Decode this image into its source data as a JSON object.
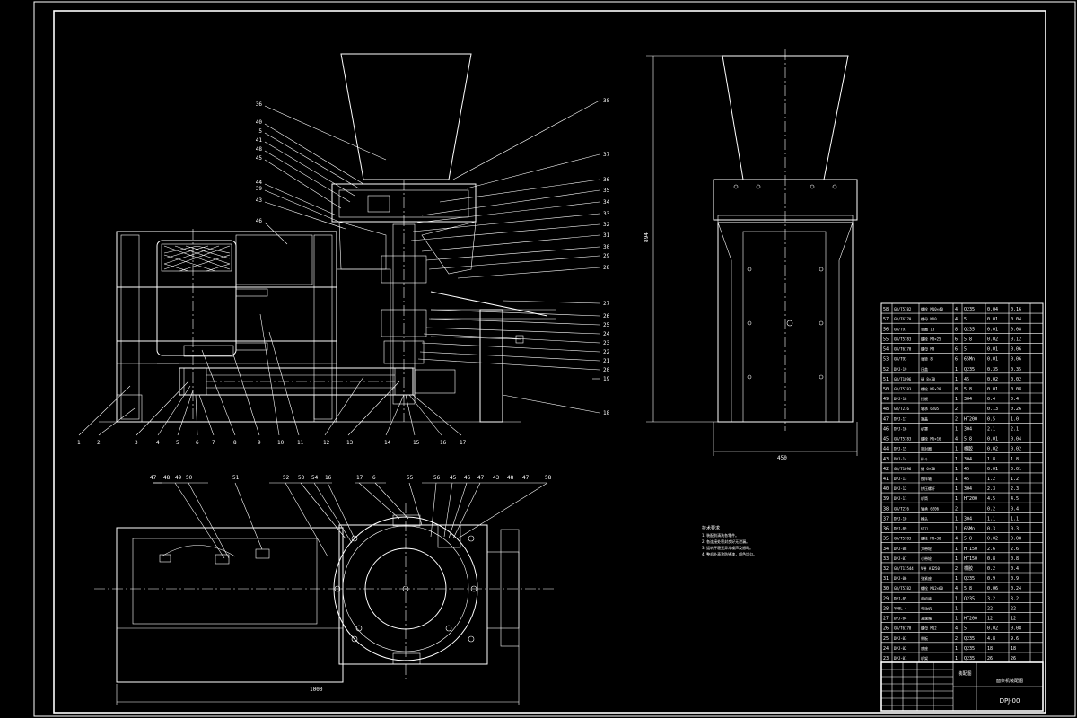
{
  "drawing": {
    "title_block": {
      "drawing_name": "面条机装配图",
      "drawing_code": "DPJ-00",
      "view_label": "装配图"
    },
    "dimensions": {
      "bottom_length": "1000",
      "right_width": "450",
      "right_height": "894"
    },
    "front_labels_bottom": [
      "1",
      "2",
      "3",
      "4",
      "5",
      "6",
      "7",
      "8",
      "9",
      "10",
      "11",
      "12",
      "13",
      "14",
      "15",
      "16",
      "17"
    ],
    "front_labels_top_left": [
      "36",
      "40",
      "5",
      "41",
      "48",
      "45",
      "44",
      "39",
      "43",
      "46"
    ],
    "front_labels_right": [
      "38",
      "37",
      "36",
      "35",
      "34",
      "33",
      "32",
      "31",
      "30",
      "29",
      "28",
      "27",
      "26",
      "25",
      "24",
      "23",
      "22",
      "21",
      "20",
      "19",
      "18"
    ],
    "plan_labels_top": [
      "47",
      "48",
      "49",
      "50",
      "51",
      "52",
      "53",
      "54",
      "16",
      "17",
      "6",
      "55",
      "56",
      "45",
      "46",
      "47",
      "43",
      "48",
      "47",
      "58"
    ],
    "notes_heading": "技术要求",
    "notes": [
      "1. 装配前清洗各零件。",
      "2. 各连接处密封良好无泄漏。",
      "3. 运转平稳无异常噪声及振动。",
      "4. 整机外表涂防锈漆，颜色均匀。"
    ],
    "bom_rows": [
      [
        "58",
        "GB/T5782",
        "螺栓 M10×40",
        "4",
        "Q235",
        "0.04",
        "0.16"
      ],
      [
        "57",
        "GB/T6170",
        "螺母 M10",
        "4",
        "5",
        "0.01",
        "0.04"
      ],
      [
        "56",
        "GB/T97",
        "垫圈 10",
        "8",
        "Q235",
        "0.01",
        "0.08"
      ],
      [
        "55",
        "GB/T5783",
        "螺栓 M8×25",
        "6",
        "5.8",
        "0.02",
        "0.12"
      ],
      [
        "54",
        "GB/T6170",
        "螺母 M8",
        "6",
        "5",
        "0.01",
        "0.06"
      ],
      [
        "53",
        "GB/T93",
        "弹垫 8",
        "6",
        "65Mn",
        "0.01",
        "0.06"
      ],
      [
        "52",
        "DPJ-19",
        "压盖",
        "1",
        "Q235",
        "0.35",
        "0.35"
      ],
      [
        "51",
        "GB/T1096",
        "键 8×30",
        "1",
        "45",
        "0.02",
        "0.02"
      ],
      [
        "50",
        "GB/T5783",
        "螺栓 M6×20",
        "8",
        "5.8",
        "0.01",
        "0.08"
      ],
      [
        "49",
        "DPJ-18",
        "挡板",
        "1",
        "304",
        "0.4",
        "0.4"
      ],
      [
        "48",
        "GB/T276",
        "轴承 6205",
        "2",
        "",
        "0.13",
        "0.26"
      ],
      [
        "47",
        "DPJ-17",
        "端盖",
        "2",
        "HT200",
        "0.5",
        "1.0"
      ],
      [
        "46",
        "DPJ-16",
        "机罩",
        "1",
        "304",
        "2.1",
        "2.1"
      ],
      [
        "45",
        "GB/T5783",
        "螺栓 M6×16",
        "4",
        "5.8",
        "0.01",
        "0.04"
      ],
      [
        "44",
        "DPJ-15",
        "密封圈",
        "1",
        "橡胶",
        "0.02",
        "0.02"
      ],
      [
        "43",
        "DPJ-14",
        "料斗",
        "1",
        "304",
        "1.8",
        "1.8"
      ],
      [
        "42",
        "GB/T1096",
        "键 6×20",
        "1",
        "45",
        "0.01",
        "0.01"
      ],
      [
        "41",
        "DPJ-13",
        "搅拌轴",
        "1",
        "45",
        "1.2",
        "1.2"
      ],
      [
        "40",
        "DPJ-12",
        "挤压螺杆",
        "1",
        "304",
        "2.3",
        "2.3"
      ],
      [
        "39",
        "DPJ-11",
        "机筒",
        "1",
        "HT200",
        "4.5",
        "4.5"
      ],
      [
        "38",
        "GB/T276",
        "轴承 6206",
        "2",
        "",
        "0.2",
        "0.4"
      ],
      [
        "37",
        "DPJ-10",
        "模头",
        "1",
        "304",
        "1.1",
        "1.1"
      ],
      [
        "36",
        "DPJ-09",
        "切刀",
        "1",
        "65Mn",
        "0.3",
        "0.3"
      ],
      [
        "35",
        "GB/T5783",
        "螺栓 M8×30",
        "4",
        "5.8",
        "0.02",
        "0.08"
      ],
      [
        "34",
        "DPJ-08",
        "大带轮",
        "1",
        "HT150",
        "2.6",
        "2.6"
      ],
      [
        "33",
        "DPJ-07",
        "小带轮",
        "1",
        "HT150",
        "0.8",
        "0.8"
      ],
      [
        "32",
        "GB/T11544",
        "V带 A1250",
        "2",
        "橡胶",
        "0.2",
        "0.4"
      ],
      [
        "31",
        "DPJ-06",
        "张紧座",
        "1",
        "Q235",
        "0.9",
        "0.9"
      ],
      [
        "30",
        "GB/T5782",
        "螺栓 M12×60",
        "4",
        "5.8",
        "0.06",
        "0.24"
      ],
      [
        "29",
        "DPJ-05",
        "电机座",
        "1",
        "Q235",
        "3.2",
        "3.2"
      ],
      [
        "28",
        "Y90L-4",
        "电动机",
        "1",
        "",
        "22",
        "22"
      ],
      [
        "27",
        "DPJ-04",
        "减速箱",
        "1",
        "HT200",
        "12",
        "12"
      ],
      [
        "26",
        "GB/T6170",
        "螺母 M12",
        "4",
        "5",
        "0.02",
        "0.08"
      ],
      [
        "25",
        "DPJ-03",
        "侧板",
        "2",
        "Q235",
        "4.8",
        "9.6"
      ],
      [
        "24",
        "DPJ-02",
        "底座",
        "1",
        "Q235",
        "18",
        "18"
      ],
      [
        "23",
        "DPJ-01",
        "机架",
        "1",
        "Q235",
        "26",
        "26"
      ]
    ]
  }
}
